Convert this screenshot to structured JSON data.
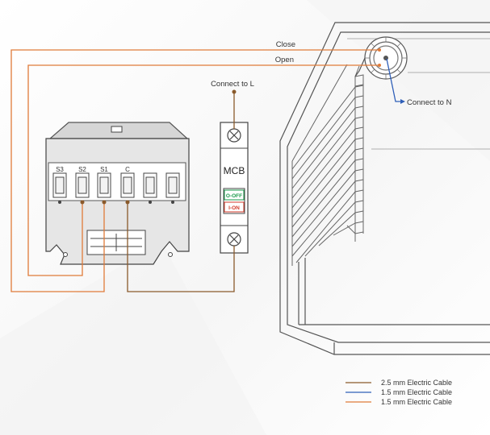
{
  "labels": {
    "close": "Close",
    "open": "Open",
    "connect_l": "Connect to L",
    "connect_n": "Connect to N",
    "mcb": "MCB",
    "mcb_off": "O-OFF",
    "mcb_on": "I-ON"
  },
  "terminals": [
    "S3",
    "S2",
    "S1",
    "C"
  ],
  "legend": [
    {
      "label": "2.5 mm Electric Cable",
      "color": "#8a5a2b"
    },
    {
      "label": "1.5 mm Electric Cable",
      "color": "#2f5fb8"
    },
    {
      "label": "1.5 mm Electric Cable",
      "color": "#e07b39"
    }
  ],
  "colors": {
    "orange_wire": "#e07b39",
    "brown_wire": "#8a5a2b",
    "blue_wire": "#2f5fb8",
    "off_green": "#1a9a4a",
    "on_red": "#d23a2a"
  }
}
